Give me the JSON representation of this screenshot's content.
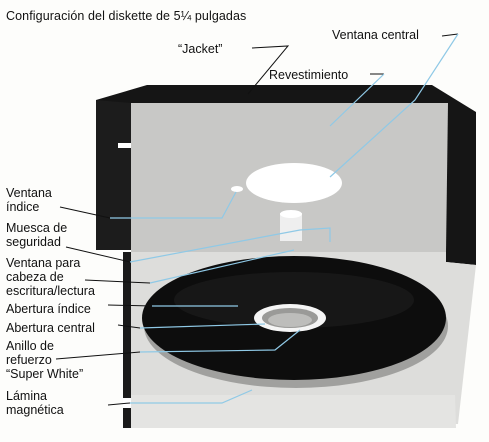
{
  "title": "Configuración del diskette de 5¼ pulgadas",
  "labels": {
    "ventana_central": "Ventana central",
    "jacket": "“Jacket”",
    "revestimiento": "Revestimiento",
    "ventana_indice_1": "Ventana",
    "ventana_indice_2": "índice",
    "muesca_1": "Muesca de",
    "muesca_2": "seguridad",
    "cabeza_1": "Ventana para",
    "cabeza_2": "cabeza de",
    "cabeza_3": "escritura/lectura",
    "abertura_indice": "Abertura índice",
    "abertura_central": "Abertura central",
    "anillo_1": "Anillo de",
    "anillo_2": "refuerzo",
    "anillo_3": "“Super White”",
    "lamina_1": "Lámina",
    "lamina_2": "magnética"
  },
  "colors": {
    "jacket": "#151515",
    "liner": "#c9c9c7",
    "disk": "#0d0d0d",
    "leader": "#8fc9e6"
  }
}
